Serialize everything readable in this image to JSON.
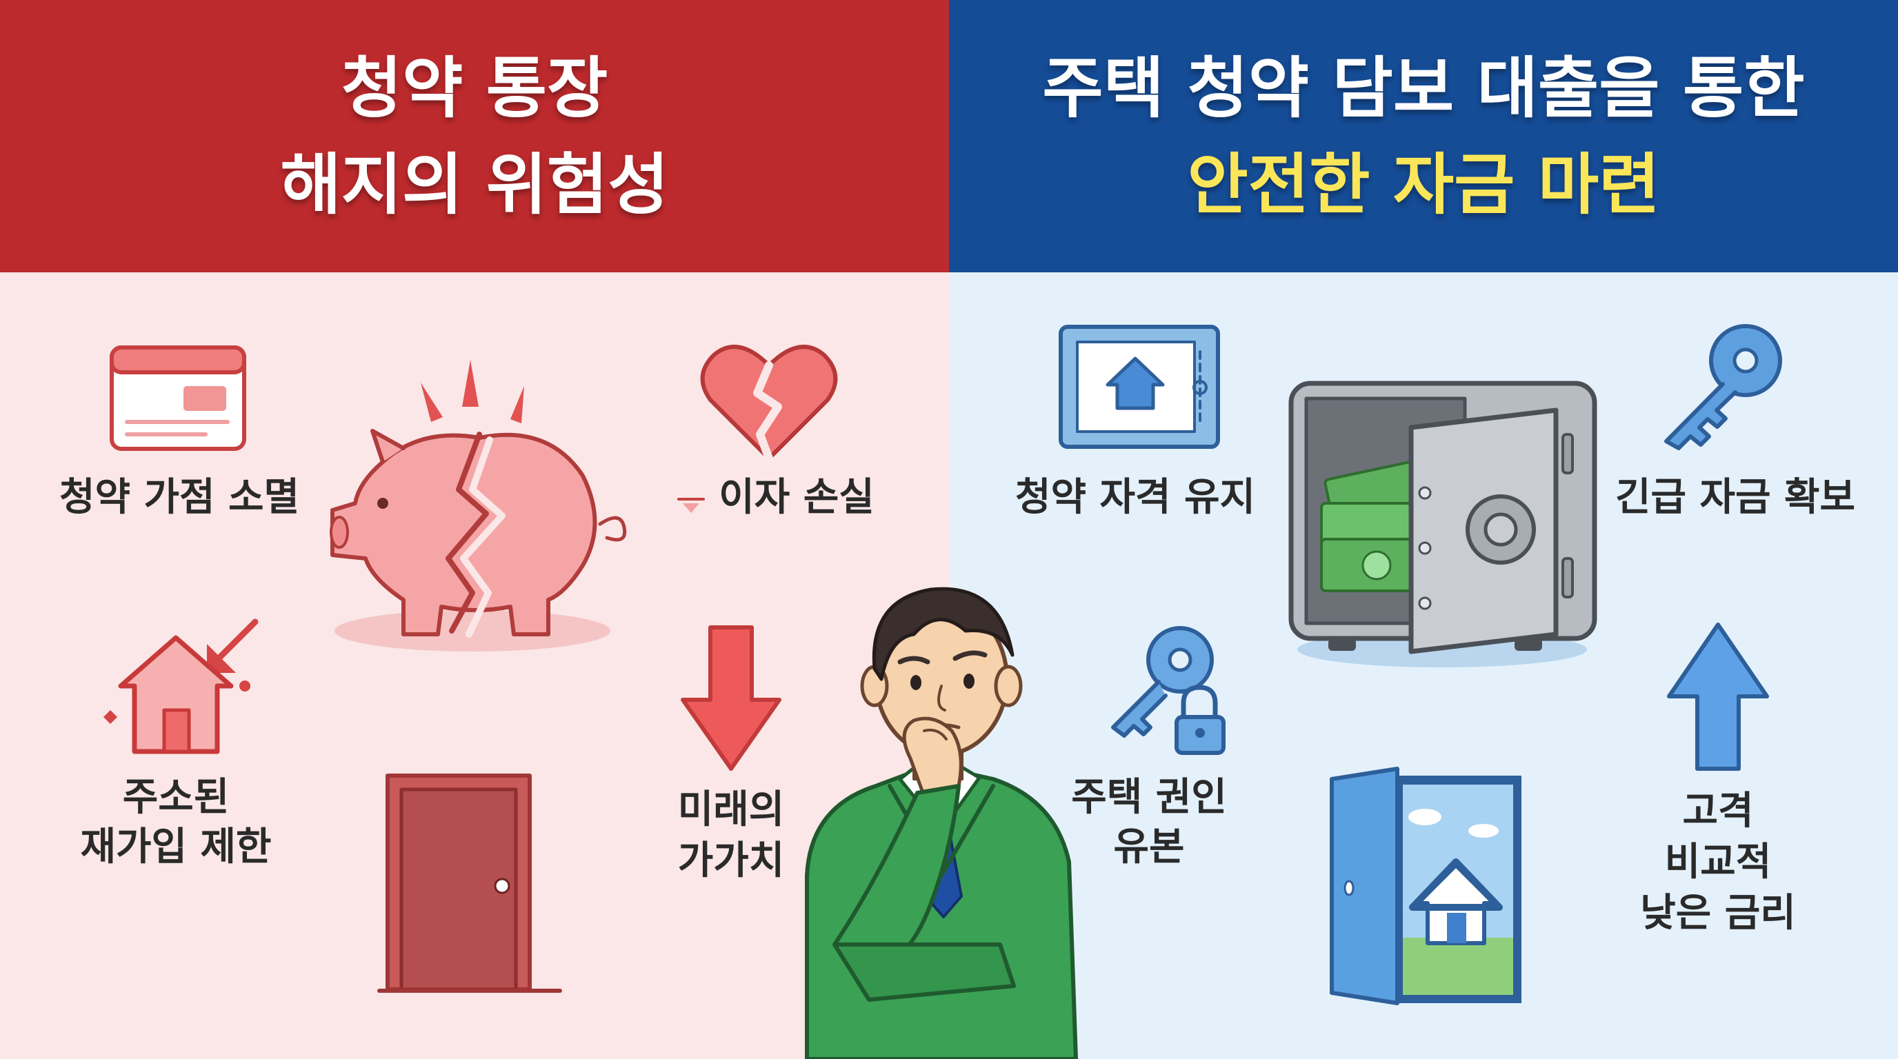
{
  "left": {
    "title_line1": "청약 통장",
    "title_line2": "해지의 위험성",
    "items": {
      "points_loss": "청약 가점 소멸",
      "interest_loss": "이자 손실",
      "rejoin_line1": "주소된",
      "rejoin_line2": "재가입 제한",
      "future_line1": "미래의",
      "future_line2": "가가치"
    }
  },
  "right": {
    "title_line1": "주택 청약 담보 대출을 통한",
    "title_line2": "안전한 자금 마련",
    "items": {
      "keep_eligibility": "청약 자격 유지",
      "emergency_funds": "긴급 자금 확보",
      "rights_line1": "주택 권인",
      "rights_line2": "유본",
      "rate_line1": "고격",
      "rate_line2": "비교적",
      "rate_line3": "낮은 금리"
    }
  },
  "colors": {
    "left_banner": "#bd2a2d",
    "right_banner": "#154c96",
    "left_bg": "#fbe7e7",
    "right_bg": "#e4f1fb",
    "highlight_text": "#fbe65a"
  }
}
